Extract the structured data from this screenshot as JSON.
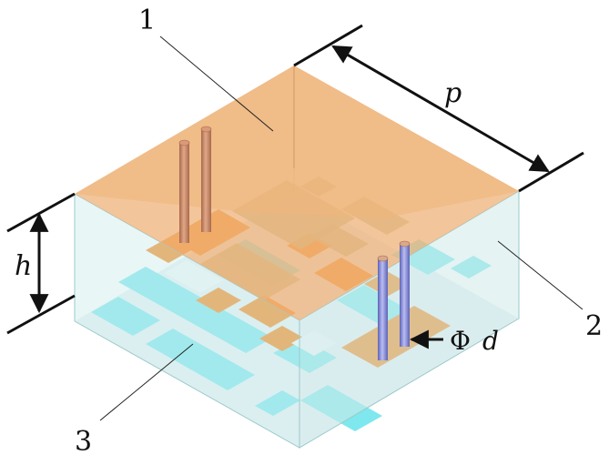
{
  "diagram": {
    "type": "isometric-unit-cell",
    "callouts": [
      {
        "id": "1",
        "text": "1",
        "target": "top-metal-layer"
      },
      {
        "id": "2",
        "text": "2",
        "target": "dielectric-substrate"
      },
      {
        "id": "3",
        "text": "3",
        "target": "bottom-pixelated-pattern"
      }
    ],
    "dimensions": {
      "period": {
        "symbol": "p"
      },
      "height": {
        "symbol": "h"
      },
      "via_diameter": {
        "prefix": "Φ",
        "symbol": "d"
      }
    },
    "colors": {
      "top_layer": "#efb57d",
      "substrate": "#cfeaea",
      "pattern_orange": "#f28a1f",
      "pattern_cyan": "#7ee8ee",
      "pattern_green": "#b8b882",
      "pattern_light": "#e6f2f4",
      "via_copper": "#c98a6a",
      "via_blue": "#8a8fd8",
      "dimension_line": "#111111"
    }
  }
}
